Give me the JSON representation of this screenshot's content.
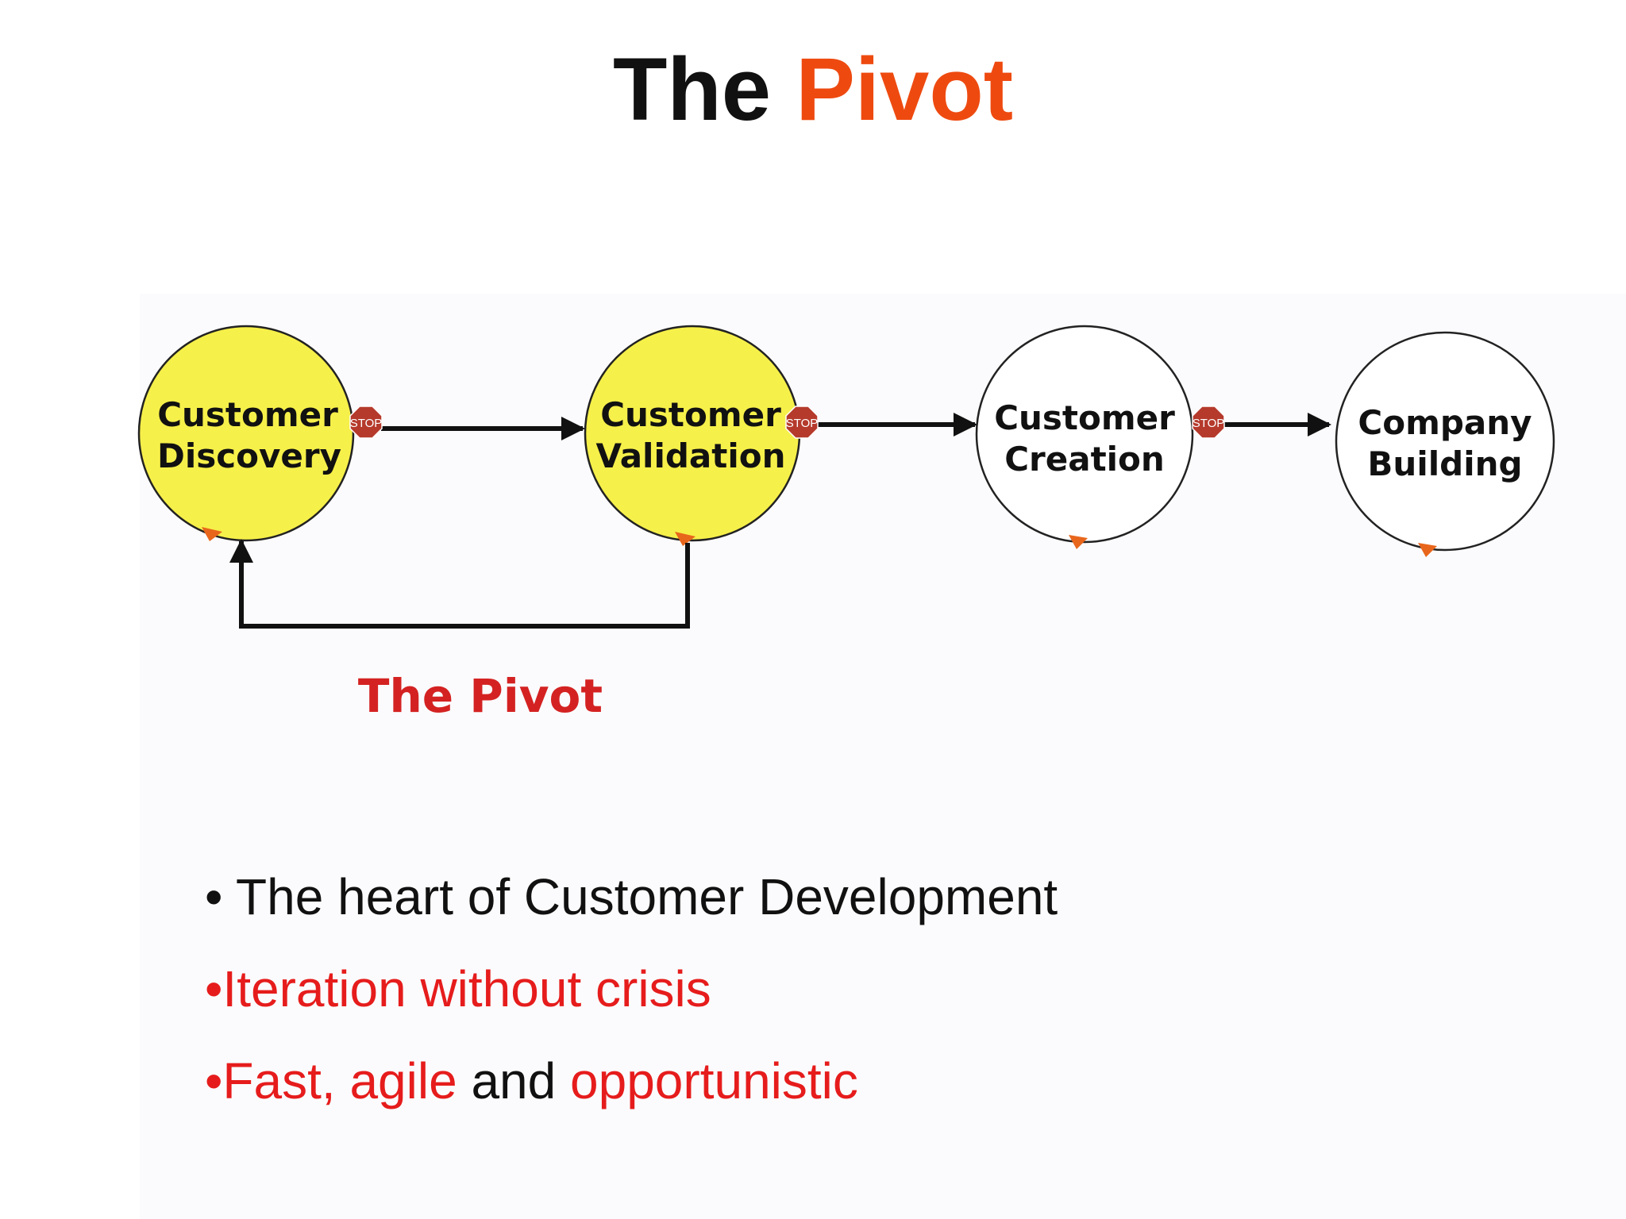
{
  "title": {
    "part1": "The",
    "part2": "Pivot"
  },
  "diagram": {
    "stages": [
      {
        "line1": "Customer",
        "line2": "Discovery"
      },
      {
        "line1": "Customer",
        "line2": "Validation"
      },
      {
        "line1": "Customer",
        "line2": "Creation"
      },
      {
        "line1": "Company",
        "line2": "Building"
      }
    ],
    "stop_sign_text": "STOP",
    "pivot_label": "The Pivot"
  },
  "bullets": {
    "b1": {
      "marker": "• ",
      "text": "The heart of Customer Development"
    },
    "b2": {
      "marker": "•",
      "text": "Iteration without crisis"
    },
    "b3": {
      "marker": "•",
      "part1": "Fast, agile",
      "part2": " and ",
      "part3": "opportunistic"
    }
  },
  "colors": {
    "title_accent": "#ee4a10",
    "highlight_red": "#e61c1c",
    "circle_yellow": "#f6f04a",
    "stop_sign": "#b53a2c",
    "cycle_marker": "#e8661c"
  }
}
